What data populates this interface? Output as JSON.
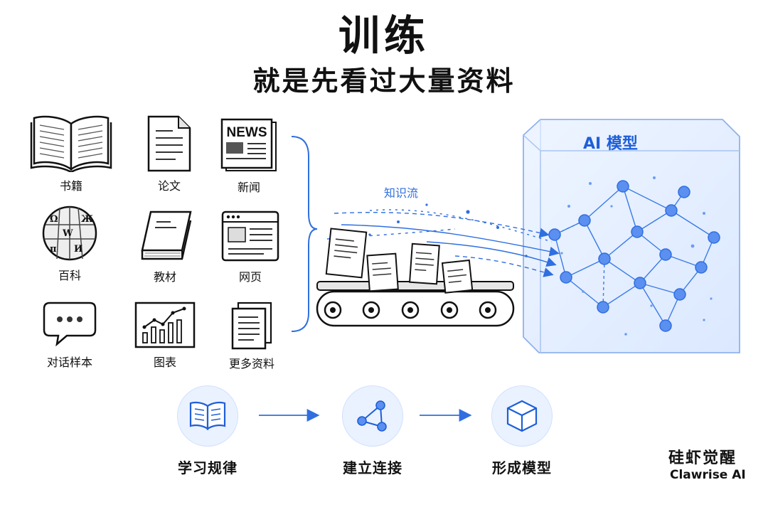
{
  "header": {
    "title": "训练",
    "subtitle": "就是先看过大量资料"
  },
  "sources": {
    "books": "书籍",
    "papers": "论文",
    "news": "新闻",
    "news_icon_text": "NEWS",
    "encyclopedia": "百科",
    "textbooks": "教材",
    "webpages": "网页",
    "dialogs": "对话样本",
    "charts": "图表",
    "more": "更多资料"
  },
  "flow": {
    "label": "知识流"
  },
  "model": {
    "label": "AI 模型"
  },
  "steps": [
    {
      "label": "学习规律",
      "icon": "open-book-icon"
    },
    {
      "label": "建立连接",
      "icon": "network-nodes-icon"
    },
    {
      "label": "形成模型",
      "icon": "cube-icon"
    }
  ],
  "brand": {
    "cn": "硅虾觉醒",
    "en": "Clawrise AI"
  },
  "colors": {
    "accent": "#2f6fe0",
    "node": "#5b8ff0",
    "cube_fill": "#e8f1ff"
  }
}
